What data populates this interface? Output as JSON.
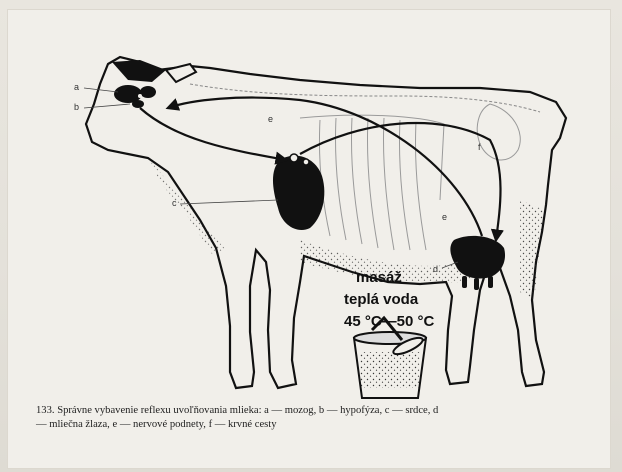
{
  "labels": {
    "a": "a",
    "b": "b",
    "c": "c",
    "d": "d",
    "e_upper": "e",
    "e_lower": "e",
    "f": "f"
  },
  "annotations": {
    "line1": "masáž",
    "line2": "teplá voda",
    "line3": "45 °C—50 °C"
  },
  "caption": {
    "line1": "133. Správne vybavenie reflexu uvoľňovania mlieka: a — mozog, b — hypofýza, c — srdce, d",
    "line2": "— mliečna žlaza, e — nervové podnety, f — krvné cesty"
  },
  "colors": {
    "ink": "#111111",
    "paper": "#f1efea"
  }
}
